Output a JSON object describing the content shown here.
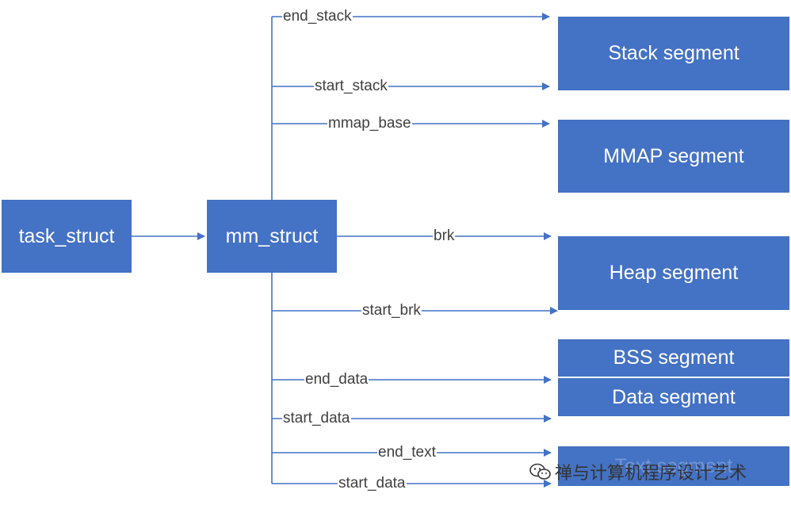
{
  "colors": {
    "box": "#4472c4",
    "line": "#4472c4",
    "text": "#404040"
  },
  "structs": {
    "task_struct": "task_struct",
    "mm_struct": "mm_struct"
  },
  "segments": {
    "stack": "Stack segment",
    "mmap": "MMAP segment",
    "heap": "Heap segment",
    "bss": "BSS segment",
    "data": "Data segment",
    "text": "Text segment"
  },
  "pointers": {
    "end_stack": "end_stack",
    "start_stack": "start_stack",
    "mmap_base": "mmap_base",
    "brk": "brk",
    "start_brk": "start_brk",
    "end_data": "end_data",
    "start_data_1": "start_data",
    "end_text": "end_text",
    "start_data_2": "start_data"
  },
  "watermark": {
    "text": "禅与计算机程序设计艺术",
    "icon": "wechat-icon"
  }
}
